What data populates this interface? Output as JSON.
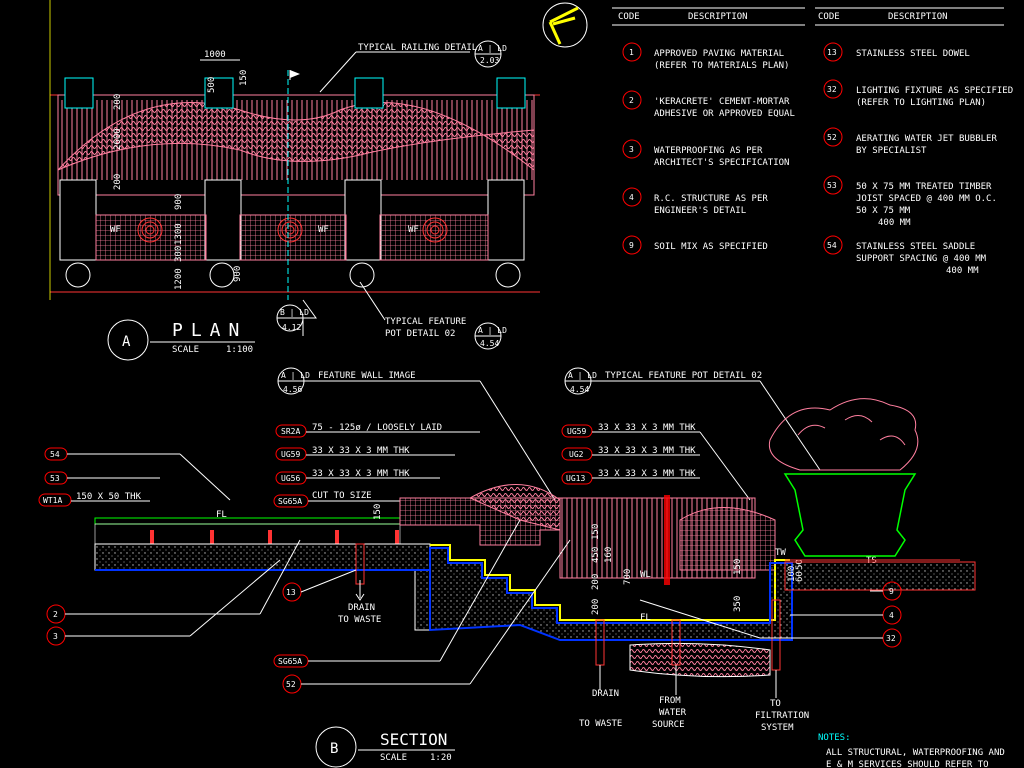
{
  "legend": {
    "header": {
      "code": "CODE",
      "description": "DESCRIPTION"
    },
    "items_left": [
      {
        "code": "1",
        "lines": [
          "APPROVED PAVING MATERIAL",
          "(REFER TO MATERIALS PLAN)"
        ]
      },
      {
        "code": "2",
        "lines": [
          "'KERACRETE' CEMENT-MORTAR",
          "ADHESIVE OR APPROVED EQUAL"
        ]
      },
      {
        "code": "3",
        "lines": [
          "WATERPROOFING AS PER",
          "ARCHITECT'S SPECIFICATION"
        ]
      },
      {
        "code": "4",
        "lines": [
          "R.C. STRUCTURE AS PER",
          "ENGINEER'S DETAIL"
        ]
      },
      {
        "code": "9",
        "lines": [
          "SOIL MIX AS SPECIFIED"
        ]
      }
    ],
    "items_right": [
      {
        "code": "13",
        "lines": [
          "STAINLESS STEEL DOWEL"
        ]
      },
      {
        "code": "32",
        "lines": [
          "LIGHTING FIXTURE AS SPECIFIED",
          "(REFER TO LIGHTING PLAN)"
        ]
      },
      {
        "code": "52",
        "lines": [
          "AERATING WATER JET BUBBLER",
          "BY SPECIALIST"
        ]
      },
      {
        "code": "53",
        "lines": [
          "50 X 75 MM TREATED TIMBER",
          "JOIST SPACED @ 400 MM O.C.",
          "50 X 75 MM",
          "400 MM"
        ]
      },
      {
        "code": "54",
        "lines": [
          "STAINLESS STEEL SADDLE",
          "SUPPORT SPACING @ 400 MM",
          "400 MM"
        ]
      }
    ]
  },
  "plan": {
    "letter": "A",
    "title": "PLAN",
    "scale_label": "SCALE",
    "scale_value": "1:100",
    "railing_label": "TYPICAL RAILING DETAIL",
    "railing_ref": {
      "top": "A | LD",
      "bottom": "2.03"
    },
    "pot_label_1": "TYPICAL FEATURE",
    "pot_label_2": "POT DETAIL 02",
    "pot_ref": {
      "top": "A | LD",
      "bottom": "4.54"
    },
    "section_ref": {
      "top": "B | LD",
      "bottom": "4.12"
    },
    "wf": "WF",
    "dims": [
      "1000",
      "500",
      "150",
      "200",
      "2600",
      "200",
      "900",
      "1300",
      "300",
      "1200",
      "900"
    ]
  },
  "section": {
    "letter": "B",
    "title": "SECTION",
    "scale_label": "SCALE",
    "scale_value": "1:20",
    "feature_wall_label": "FEATURE WALL IMAGE",
    "feature_wall_ref": {
      "top": "A | LD",
      "bottom": "4.56"
    },
    "pot_detail_label": "TYPICAL FEATURE POT DETAIL 02",
    "pot_detail_ref": {
      "top": "A | LD",
      "bottom": "4.54"
    },
    "callouts_left": [
      {
        "tag": "SR2A",
        "text": "75 - 125ø / LOOSELY LAID"
      },
      {
        "tag": "UG59",
        "text": "33 X 33 X 3 MM THK"
      },
      {
        "tag": "UG56",
        "text": "33 X 33 X 3 MM THK"
      },
      {
        "tag": "SG65A",
        "text": "CUT TO SIZE"
      }
    ],
    "callouts_mid": [
      {
        "tag": "UG59",
        "text": "33 X 33 X 3 MM THK"
      },
      {
        "tag": "UG2",
        "text": "33 X 33 X 3 MM THK"
      },
      {
        "tag": "UG13",
        "text": "33 X 33 X 3 MM THK"
      }
    ],
    "left_tags": [
      "54",
      "53"
    ],
    "wt_tag": "WT1A",
    "wt_text": "150 X 50 THK",
    "fl": "FL",
    "left_codes": [
      "2",
      "3"
    ],
    "bottom_tags": [
      "13",
      "SG65A",
      "52"
    ],
    "right_codes": [
      "9",
      "4",
      "32"
    ],
    "drain_left": [
      "DRAIN",
      "TO WASTE"
    ],
    "drain_mid": [
      "DRAIN",
      "TO WASTE"
    ],
    "from_water": [
      "FROM",
      "WATER",
      "SOURCE"
    ],
    "to_filtration": [
      "TO",
      "FILTRATION",
      "SYSTEM"
    ],
    "dims": [
      "150",
      "150",
      "450",
      "160",
      "200",
      "700",
      "200",
      "150",
      "350",
      "50",
      "60",
      "100"
    ],
    "wl": "WL",
    "tw": "TW",
    "ts": "TS",
    "fl2": "FL"
  },
  "notes": {
    "title": "NOTES:",
    "lines": [
      "ALL STRUCTURAL, WATERPROOFING AND",
      "E & M SERVICES SHOULD REFER TO"
    ]
  },
  "colors": {
    "background": "#000000",
    "pink": "#ff7f9f",
    "cyan": "#00ffff",
    "red": "#ff0000",
    "yellow": "#ffff00",
    "green": "#00ff00"
  }
}
